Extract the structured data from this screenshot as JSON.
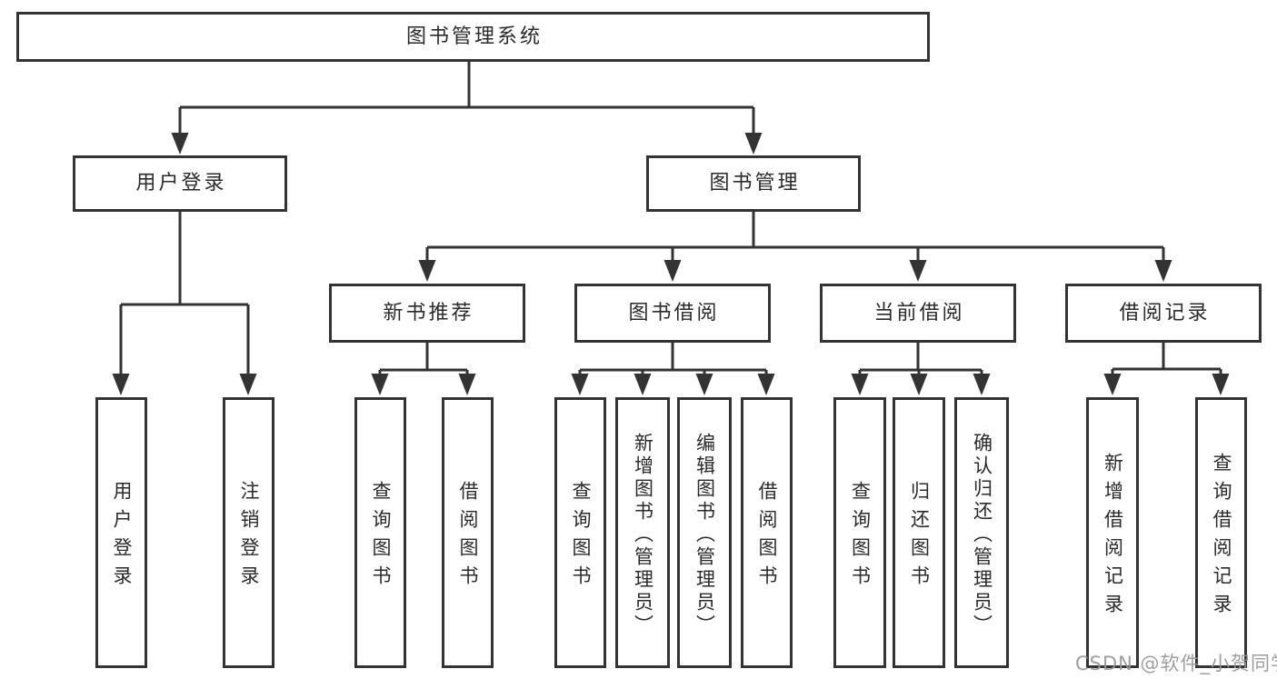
{
  "diagram": {
    "root": {
      "label": "图书管理系统"
    },
    "branches": [
      {
        "label": "用户登录",
        "children": [
          {
            "label": "用户登录"
          },
          {
            "label": "注销登录"
          }
        ]
      },
      {
        "label": "图书管理",
        "children": [
          {
            "label": "新书推荐",
            "children": [
              {
                "label": "查询图书"
              },
              {
                "label": "借阅图书"
              }
            ]
          },
          {
            "label": "图书借阅",
            "children": [
              {
                "label": "查询图书"
              },
              {
                "label": "新增图书（管理员）"
              },
              {
                "label": "编辑图书（管理员）"
              },
              {
                "label": "借阅图书"
              }
            ]
          },
          {
            "label": "当前借阅",
            "children": [
              {
                "label": "查询图书"
              },
              {
                "label": "归还图书"
              },
              {
                "label": "确认归还（管理员）"
              }
            ]
          },
          {
            "label": "借阅记录",
            "children": [
              {
                "label": "新增借阅记录"
              },
              {
                "label": "查询借阅记录"
              }
            ]
          }
        ]
      }
    ]
  },
  "watermark": {
    "text": "CSDN @软件_小贺同学"
  },
  "colors": {
    "line": "#333333",
    "text": "#2a2a2a",
    "background": "#ffffff",
    "watermark": "#969696"
  }
}
